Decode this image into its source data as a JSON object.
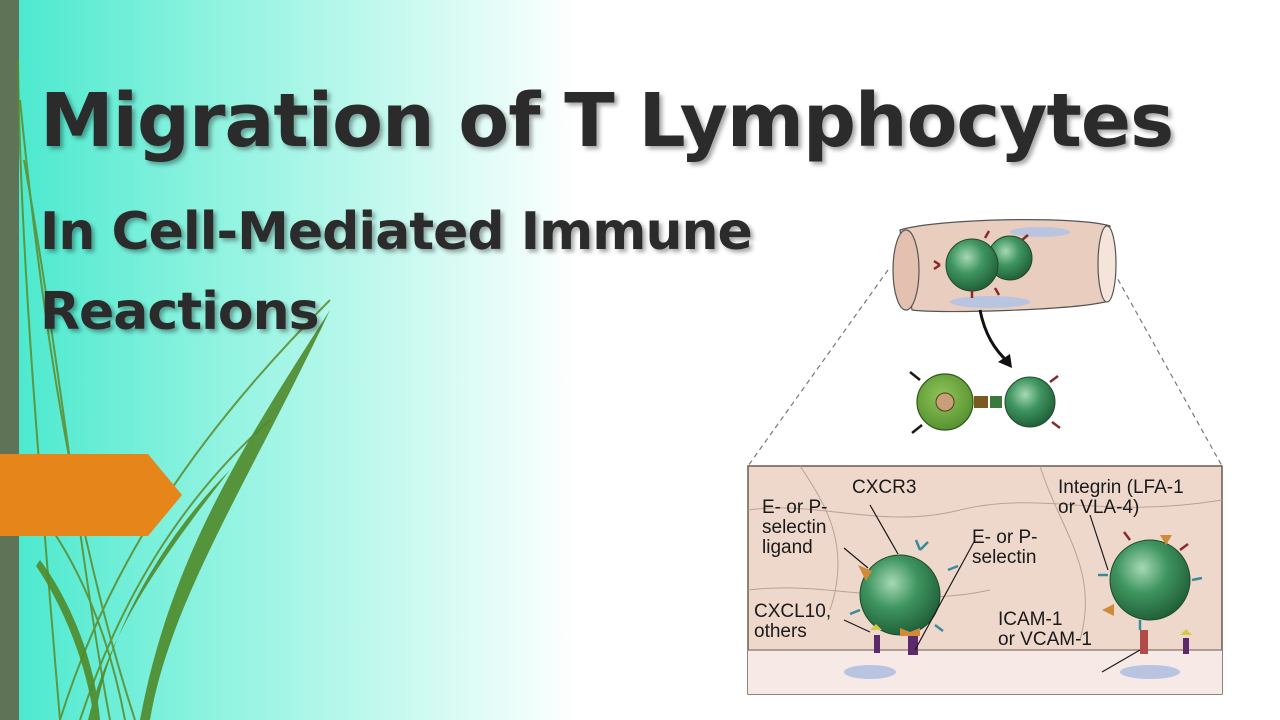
{
  "slide": {
    "title": "Migration of T Lymphocytes",
    "subtitle_line1": "In Cell-Mediated Immune",
    "subtitle_line2": "Reactions"
  },
  "colors": {
    "accent_orange": "#e6861a",
    "left_bar": "#5f7456",
    "teal": "#4de9cf",
    "title_text": "#2b2b2b",
    "tissue": "#eed8cc"
  },
  "diagram": {
    "labels": {
      "cxcr3": "CXCR3",
      "selectin_ligand": [
        "E- or P-",
        "selectin",
        "ligand"
      ],
      "e_p_selectin": [
        "E- or P-",
        "selectin"
      ],
      "integrin": [
        "Integrin (LFA-1",
        "or VLA-4)"
      ],
      "cxcl10": [
        "CXCL10,",
        "others"
      ],
      "icam": [
        "ICAM-1",
        "or VCAM-1"
      ]
    }
  }
}
